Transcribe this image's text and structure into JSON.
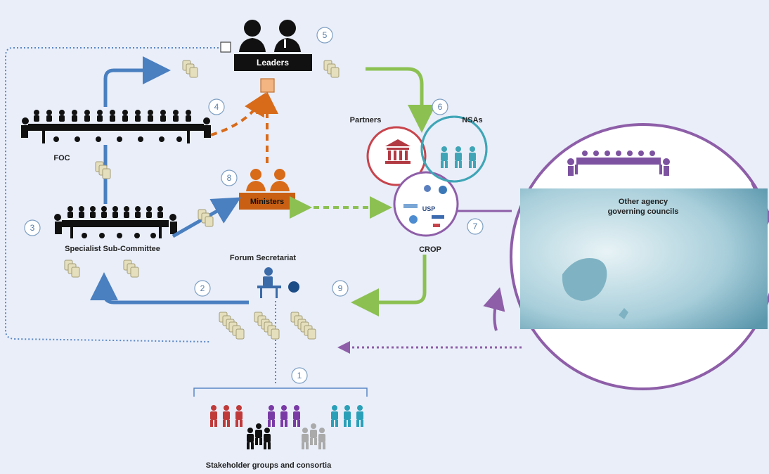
{
  "labels": {
    "leaders": "Leaders",
    "foc": "FOC",
    "specialist": "Specialist Sub-Committee",
    "ministers": "Ministers",
    "forum_secretariat": "Forum Secretariat",
    "partners": "Partners",
    "nsas": "NSAs",
    "crop": "CROP",
    "other_agency_line1": "Other agency",
    "other_agency_line2": "governing councils",
    "stakeholders": "Stakeholder groups and consortia"
  },
  "steps": [
    "1",
    "2",
    "3",
    "4",
    "5",
    "6",
    "7",
    "8",
    "9"
  ],
  "crop_logo_text": "USP",
  "colors": {
    "background": "#e9eef9",
    "blue_arrow": "#4a7fc0",
    "green_arrow": "#8cc152",
    "orange": "#d86b1a",
    "purple": "#8e5ea8",
    "red_circle": "#c8444c",
    "teal_circle": "#3fa5b6",
    "dotted_blue": "#5b87c5",
    "doc_fill": "#e6dfbd",
    "people_dark": "#111111"
  }
}
